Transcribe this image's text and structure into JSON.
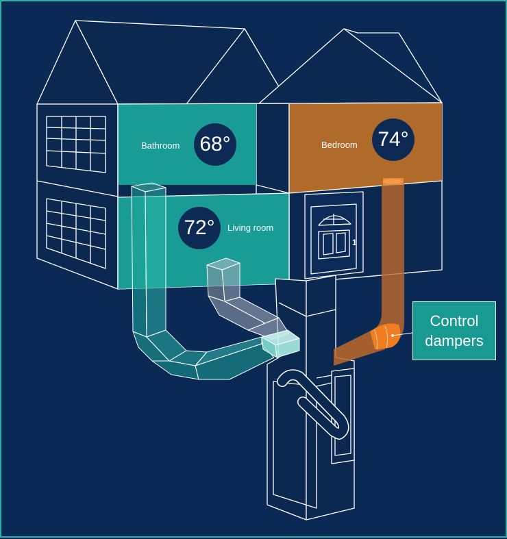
{
  "colors": {
    "background": "#0a2a55",
    "border": "#2bb3a8",
    "teal": "#1a9c96",
    "orange": "#b06a2a",
    "duct_orange": "#e07a28",
    "badge": "#0d2a55"
  },
  "rooms": [
    {
      "id": "bathroom",
      "label": "Bathroom",
      "temperature": "68°"
    },
    {
      "id": "bedroom",
      "label": "Bedroom",
      "temperature": "74°"
    },
    {
      "id": "living_room",
      "label": "Living room",
      "temperature": "72°"
    }
  ],
  "door": {
    "number": "1"
  },
  "callout": {
    "line1": "Control",
    "line2": "dampers"
  }
}
